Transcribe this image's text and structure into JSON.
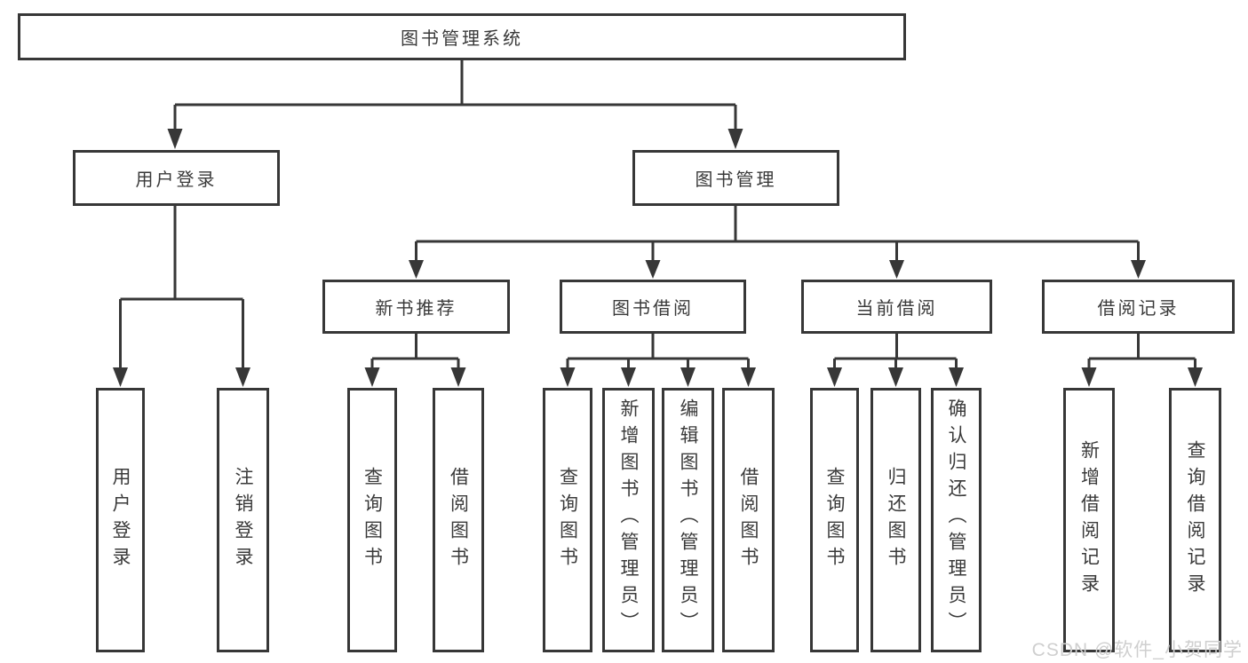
{
  "colors": {
    "line": "#373737",
    "text": "#3a3a3a",
    "box_bg": "#ffffff",
    "page_bg": "#ffffff",
    "watermark": "#cfcfcf"
  },
  "tree": {
    "root": {
      "label": "图书管理系统"
    },
    "branches": [
      {
        "label": "用户登录",
        "children": [
          {
            "label": "用户登录"
          },
          {
            "label": "注销登录"
          }
        ]
      },
      {
        "label": "图书管理",
        "groups": [
          {
            "label": "新书推荐",
            "children": [
              {
                "label": "查询图书"
              },
              {
                "label": "借阅图书"
              }
            ]
          },
          {
            "label": "图书借阅",
            "children": [
              {
                "label": "查询图书"
              },
              {
                "label": "新增图书（管理员）"
              },
              {
                "label": "编辑图书（管理员）"
              },
              {
                "label": "借阅图书"
              }
            ]
          },
          {
            "label": "当前借阅",
            "children": [
              {
                "label": "查询图书"
              },
              {
                "label": "归还图书"
              },
              {
                "label": "确认归还（管理员）"
              }
            ]
          },
          {
            "label": "借阅记录",
            "children": [
              {
                "label": "新增借阅记录"
              },
              {
                "label": "查询借阅记录"
              }
            ]
          }
        ]
      }
    ]
  },
  "watermark": {
    "text": "CSDN @软件_小贺同学"
  }
}
